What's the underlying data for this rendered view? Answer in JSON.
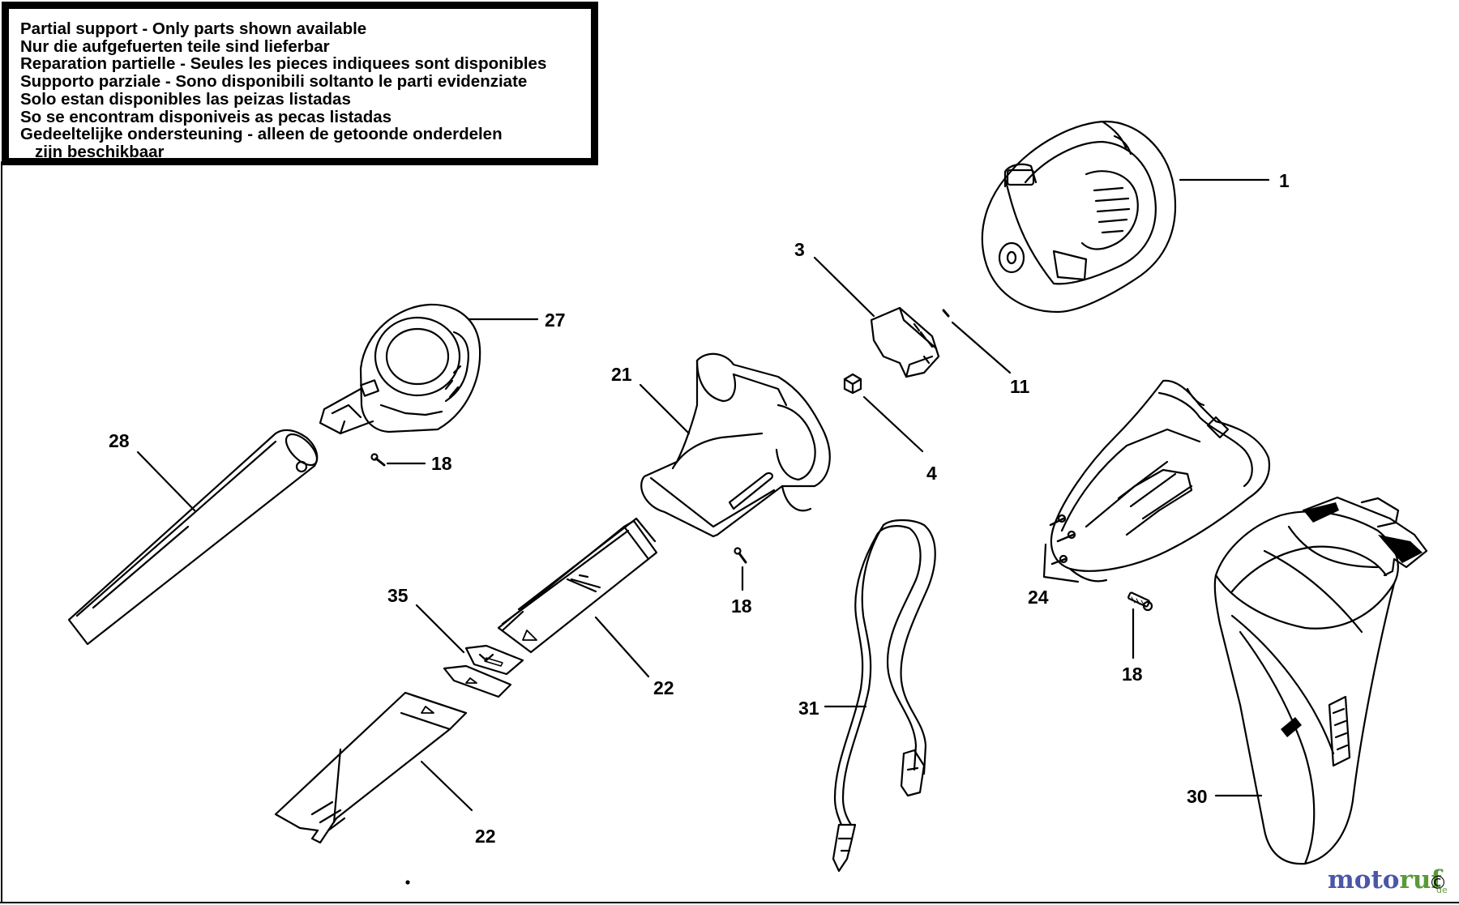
{
  "notice": {
    "lines": [
      "Partial support - Only parts shown available",
      "Nur die aufgefuerten teile sind lieferbar",
      "Reparation partielle - Seules les pieces indiquees sont disponibles",
      "Supporto parziale - Sono disponibili soltanto le parti evidenziate",
      "Solo estan disponibles las peizas listadas",
      "So se encontram disponiveis as pecas listadas",
      "Gedeeltelijke ondersteuning - alleen de getoonde onderdelen",
      "zijn beschikbaar"
    ]
  },
  "callouts": {
    "p1": "1",
    "p3": "3",
    "p4": "4",
    "p11": "11",
    "p18a": "18",
    "p18b": "18",
    "p18c": "18",
    "p21": "21",
    "p22a": "22",
    "p22b": "22",
    "p24": "24",
    "p27": "27",
    "p28": "28",
    "p30": "30",
    "p31": "31",
    "p35": "35"
  },
  "watermark": {
    "part1": "moto",
    "part2": "ruf",
    "copyright": "©",
    "suffix": "de"
  },
  "colors": {
    "ink": "#000000",
    "watermark_blue": "#4a56a8",
    "watermark_green": "#5a9a3a"
  }
}
